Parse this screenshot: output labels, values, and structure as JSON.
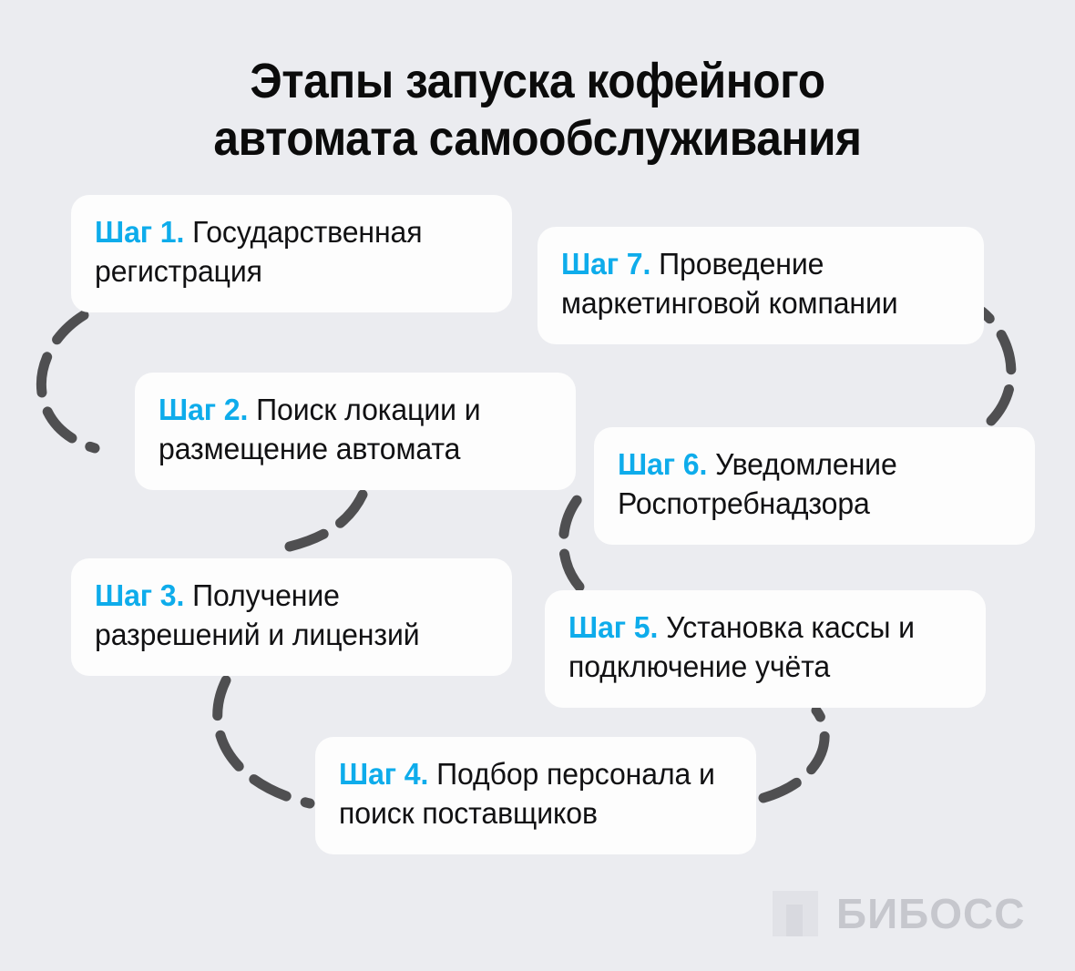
{
  "page": {
    "background_color": "#ebecf0",
    "title": "Этапы запуска кофейного\nавтомата самообслуживания",
    "title_color": "#0b0b0b"
  },
  "theme": {
    "accent_color": "#0eaceb",
    "card_color": "#fdfdfd",
    "body_text_color": "#111113",
    "connector_color": "#4f4f51",
    "logo_color": "#c6c7cd"
  },
  "steps": [
    {
      "id": "step-1",
      "label": "Шаг 1.",
      "text": "Государственная регистрация"
    },
    {
      "id": "step-2",
      "label": "Шаг 2.",
      "text": "Поиск локации и размещение автомата"
    },
    {
      "id": "step-3",
      "label": "Шаг 3.",
      "text": "Получение разрешений и лицензий"
    },
    {
      "id": "step-4",
      "label": "Шаг 4.",
      "text": "Подбор персонала и поиск поставщиков"
    },
    {
      "id": "step-5",
      "label": "Шаг 5.",
      "text": "Установка кассы и подключение учёта"
    },
    {
      "id": "step-6",
      "label": "Шаг 6.",
      "text": "Уведомление Роспотребнадзора"
    },
    {
      "id": "step-7",
      "label": "Шаг 7.",
      "text": "Проведение маркетинговой компании"
    }
  ],
  "logo": {
    "text": "БИБОСС",
    "mark": "square-logo-icon"
  }
}
